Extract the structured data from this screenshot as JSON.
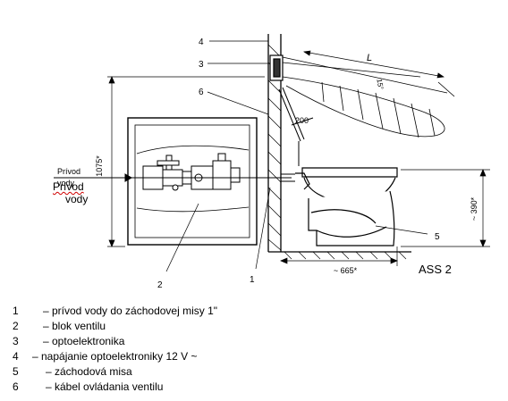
{
  "diagram": {
    "model": "ASS 2",
    "dim_height": "1075*",
    "dim_width": "~ 665*",
    "dim_seat": "~ 390*",
    "dim_cable": "200",
    "dim_range": "L",
    "dim_angle": "15°",
    "inlet_small_line1": "Prívod",
    "inlet_small_line2": "vody",
    "callouts": [
      "1",
      "2",
      "3",
      "4",
      "5",
      "6"
    ]
  },
  "overlay_label": {
    "line1": "Prívod",
    "line2": "vody"
  },
  "legend": [
    {
      "num": "1",
      "text": "– prívod vody do záchodovej misy 1\""
    },
    {
      "num": "2",
      "text": "– blok ventilu"
    },
    {
      "num": "3",
      "text": "– optoelektronika"
    },
    {
      "num": "4",
      "text": "– napájanie optoelektroniky 12 V    ~"
    },
    {
      "num": "5",
      "text": "– záchodová misa"
    },
    {
      "num": "6",
      "text": "– kábel ovládania ventilu"
    }
  ]
}
